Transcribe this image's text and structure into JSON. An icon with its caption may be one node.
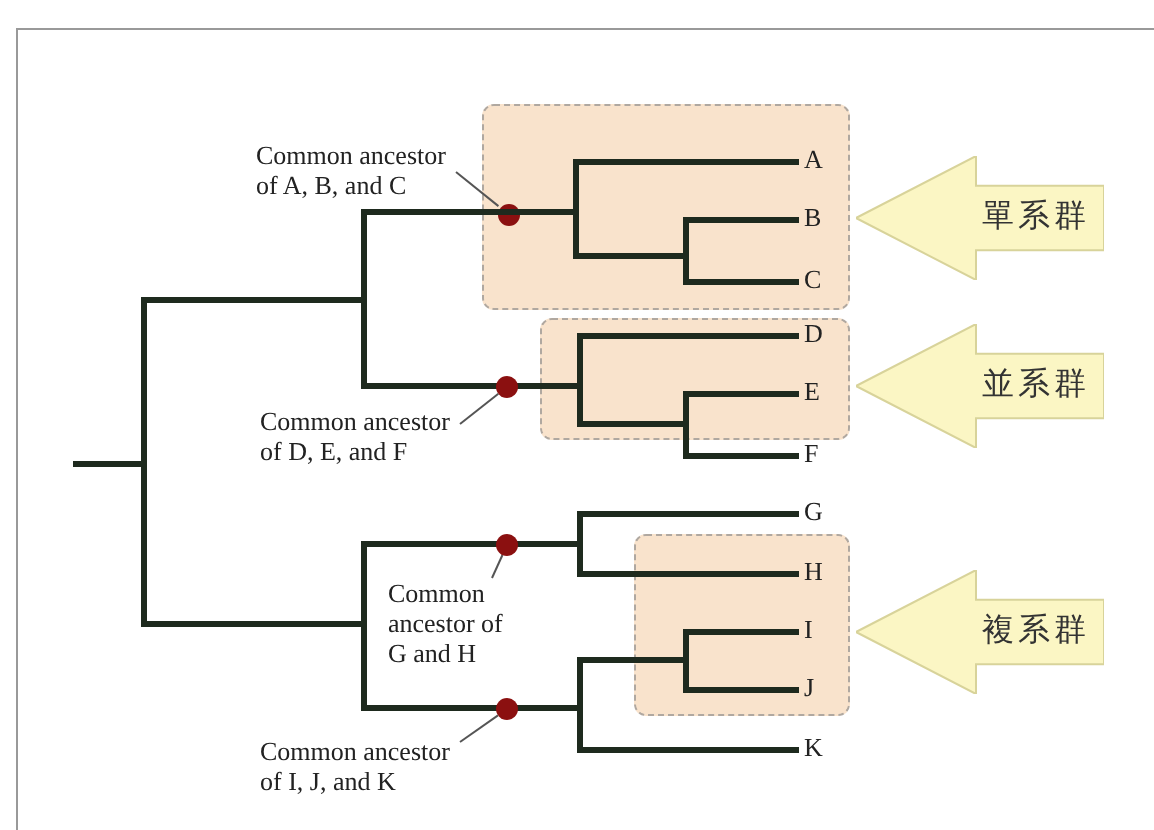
{
  "diagram": {
    "nodes": [
      {
        "text": [],
        "shape": "box"
      },
      {
        "text": [],
        "shape": "box"
      },
      {
        "text": [],
        "shape": "box"
      },
      {
        "text": [
          "Common ancestor of A, B, and C"
        ]
      },
      {
        "text": [],
        "shape": "circle",
        "in": 0
      },
      {
        "text": [
          "Common ancestor of D, E, and F"
        ]
      },
      {
        "text": [],
        "shape": "circle"
      },
      {
        "text": [
          "Common ancestor of G and H"
        ]
      },
      {
        "text": [],
        "shape": "circle"
      },
      {
        "text": [
          "Common ancestor of I, J, and K"
        ]
      },
      {
        "text": [],
        "shape": "circle"
      },
      {
        "text": [
          "單系群"
        ]
      },
      {
        "text": [
          "並系群"
        ]
      },
      {
        "text": [
          "複系群"
        ]
      }
    ],
    "edges": [
      {
        "from": 3,
        "to": 4,
        "arrow": "none"
      },
      {
        "from": 5,
        "to": 6,
        "arrow": "none"
      },
      {
        "from": 7,
        "to": 8,
        "arrow": "none"
      },
      {
        "from": 9,
        "to": 10,
        "arrow": "none"
      }
    ],
    "labels": [
      "A",
      "B",
      "C",
      "D",
      "E",
      "F",
      "G",
      "H",
      "I",
      "J",
      "K"
    ]
  }
}
